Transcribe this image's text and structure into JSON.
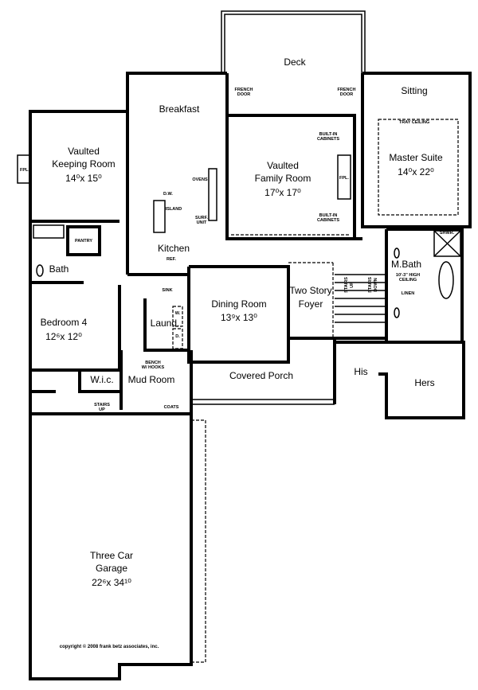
{
  "plan": {
    "rooms": {
      "deck": "Deck",
      "sitting": "Sitting",
      "tray_ceiling": "TRAY CEILING",
      "master_suite": "Master Suite",
      "master_suite_dim": "14⁰x 22⁰",
      "breakfast": "Breakfast",
      "keeping_l1": "Vaulted",
      "keeping_l2": "Keeping Room",
      "keeping_dim": "14⁰x 15⁰",
      "family_l1": "Vaulted",
      "family_l2": "Family Room",
      "family_dim": "17⁰x 17⁰",
      "kitchen": "Kitchen",
      "bath": "Bath",
      "pantry": "PANTRY",
      "bedroom4": "Bedroom 4",
      "bedroom4_dim": "12⁶x 12⁰",
      "laundry": "Laund.",
      "dining": "Dining Room",
      "dining_dim": "13⁹x 13⁰",
      "foyer_l1": "Two Story",
      "foyer_l2": "Foyer",
      "mbath": "M.Bath",
      "mbath_note_l1": "10'-3\" HIGH",
      "mbath_note_l2": "CEILING",
      "linen": "LINEN",
      "shower": "SHWR.",
      "mud_room": "Mud Room",
      "wic": "W.i.c.",
      "covered_porch": "Covered Porch",
      "his": "His",
      "hers": "Hers",
      "garage_l1": "Three Car",
      "garage_l2": "Garage",
      "garage_dim": "22⁶x 34¹⁰"
    },
    "notes": {
      "french_l1": "FRENCH",
      "french_l2": "DOOR",
      "built_in_l1": "BUILT-IN",
      "built_in_l2": "CABINETS",
      "fpl": "FPL.",
      "ovens": "OVENS",
      "dw": "D.W.",
      "island": "ISLAND",
      "surf_l1": "SURF.",
      "surf_l2": "UNIT",
      "ref": "REF.",
      "sink": "SINK",
      "washer": "W.",
      "dryer": "D.",
      "stairs": "STAIRS",
      "up": "UP",
      "down": "DOWN",
      "bench_l1": "BENCH",
      "bench_l2": "W/ HOOKS",
      "coats": "COATS"
    },
    "copyright": "copyright © 2008 frank betz associates, inc."
  }
}
